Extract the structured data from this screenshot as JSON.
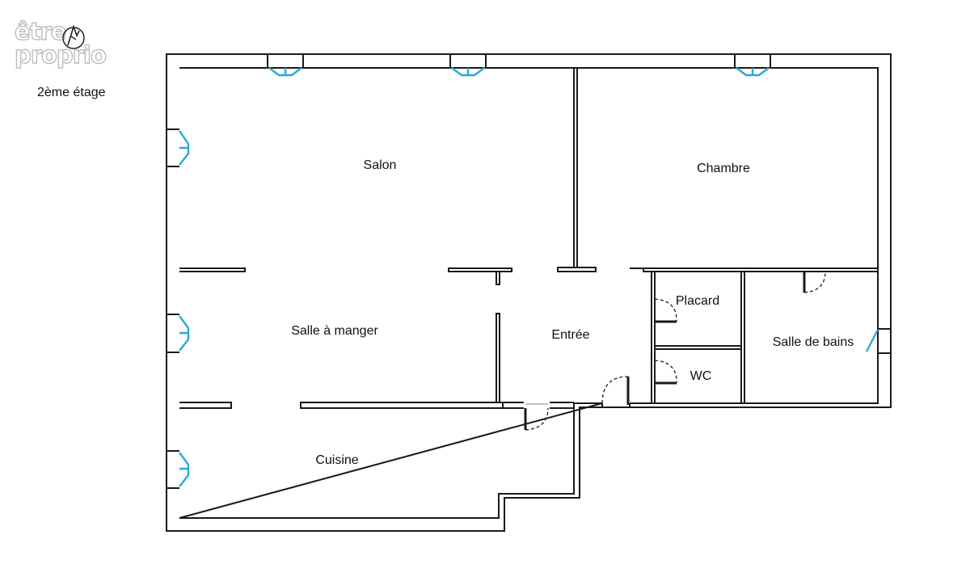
{
  "logo": {
    "line1": "être",
    "line2": "proprio"
  },
  "floor_label": "2ème étage",
  "rooms": {
    "salon": "Salon",
    "chambre": "Chambre",
    "salle_a_manger": "Salle à manger",
    "entree": "Entrée",
    "placard": "Placard",
    "wc": "WC",
    "salle_de_bains": "Salle de bains",
    "cuisine": "Cuisine"
  },
  "colors": {
    "wall": "#1a1a1a",
    "window": "#2aa8d8",
    "background": "#ffffff"
  }
}
